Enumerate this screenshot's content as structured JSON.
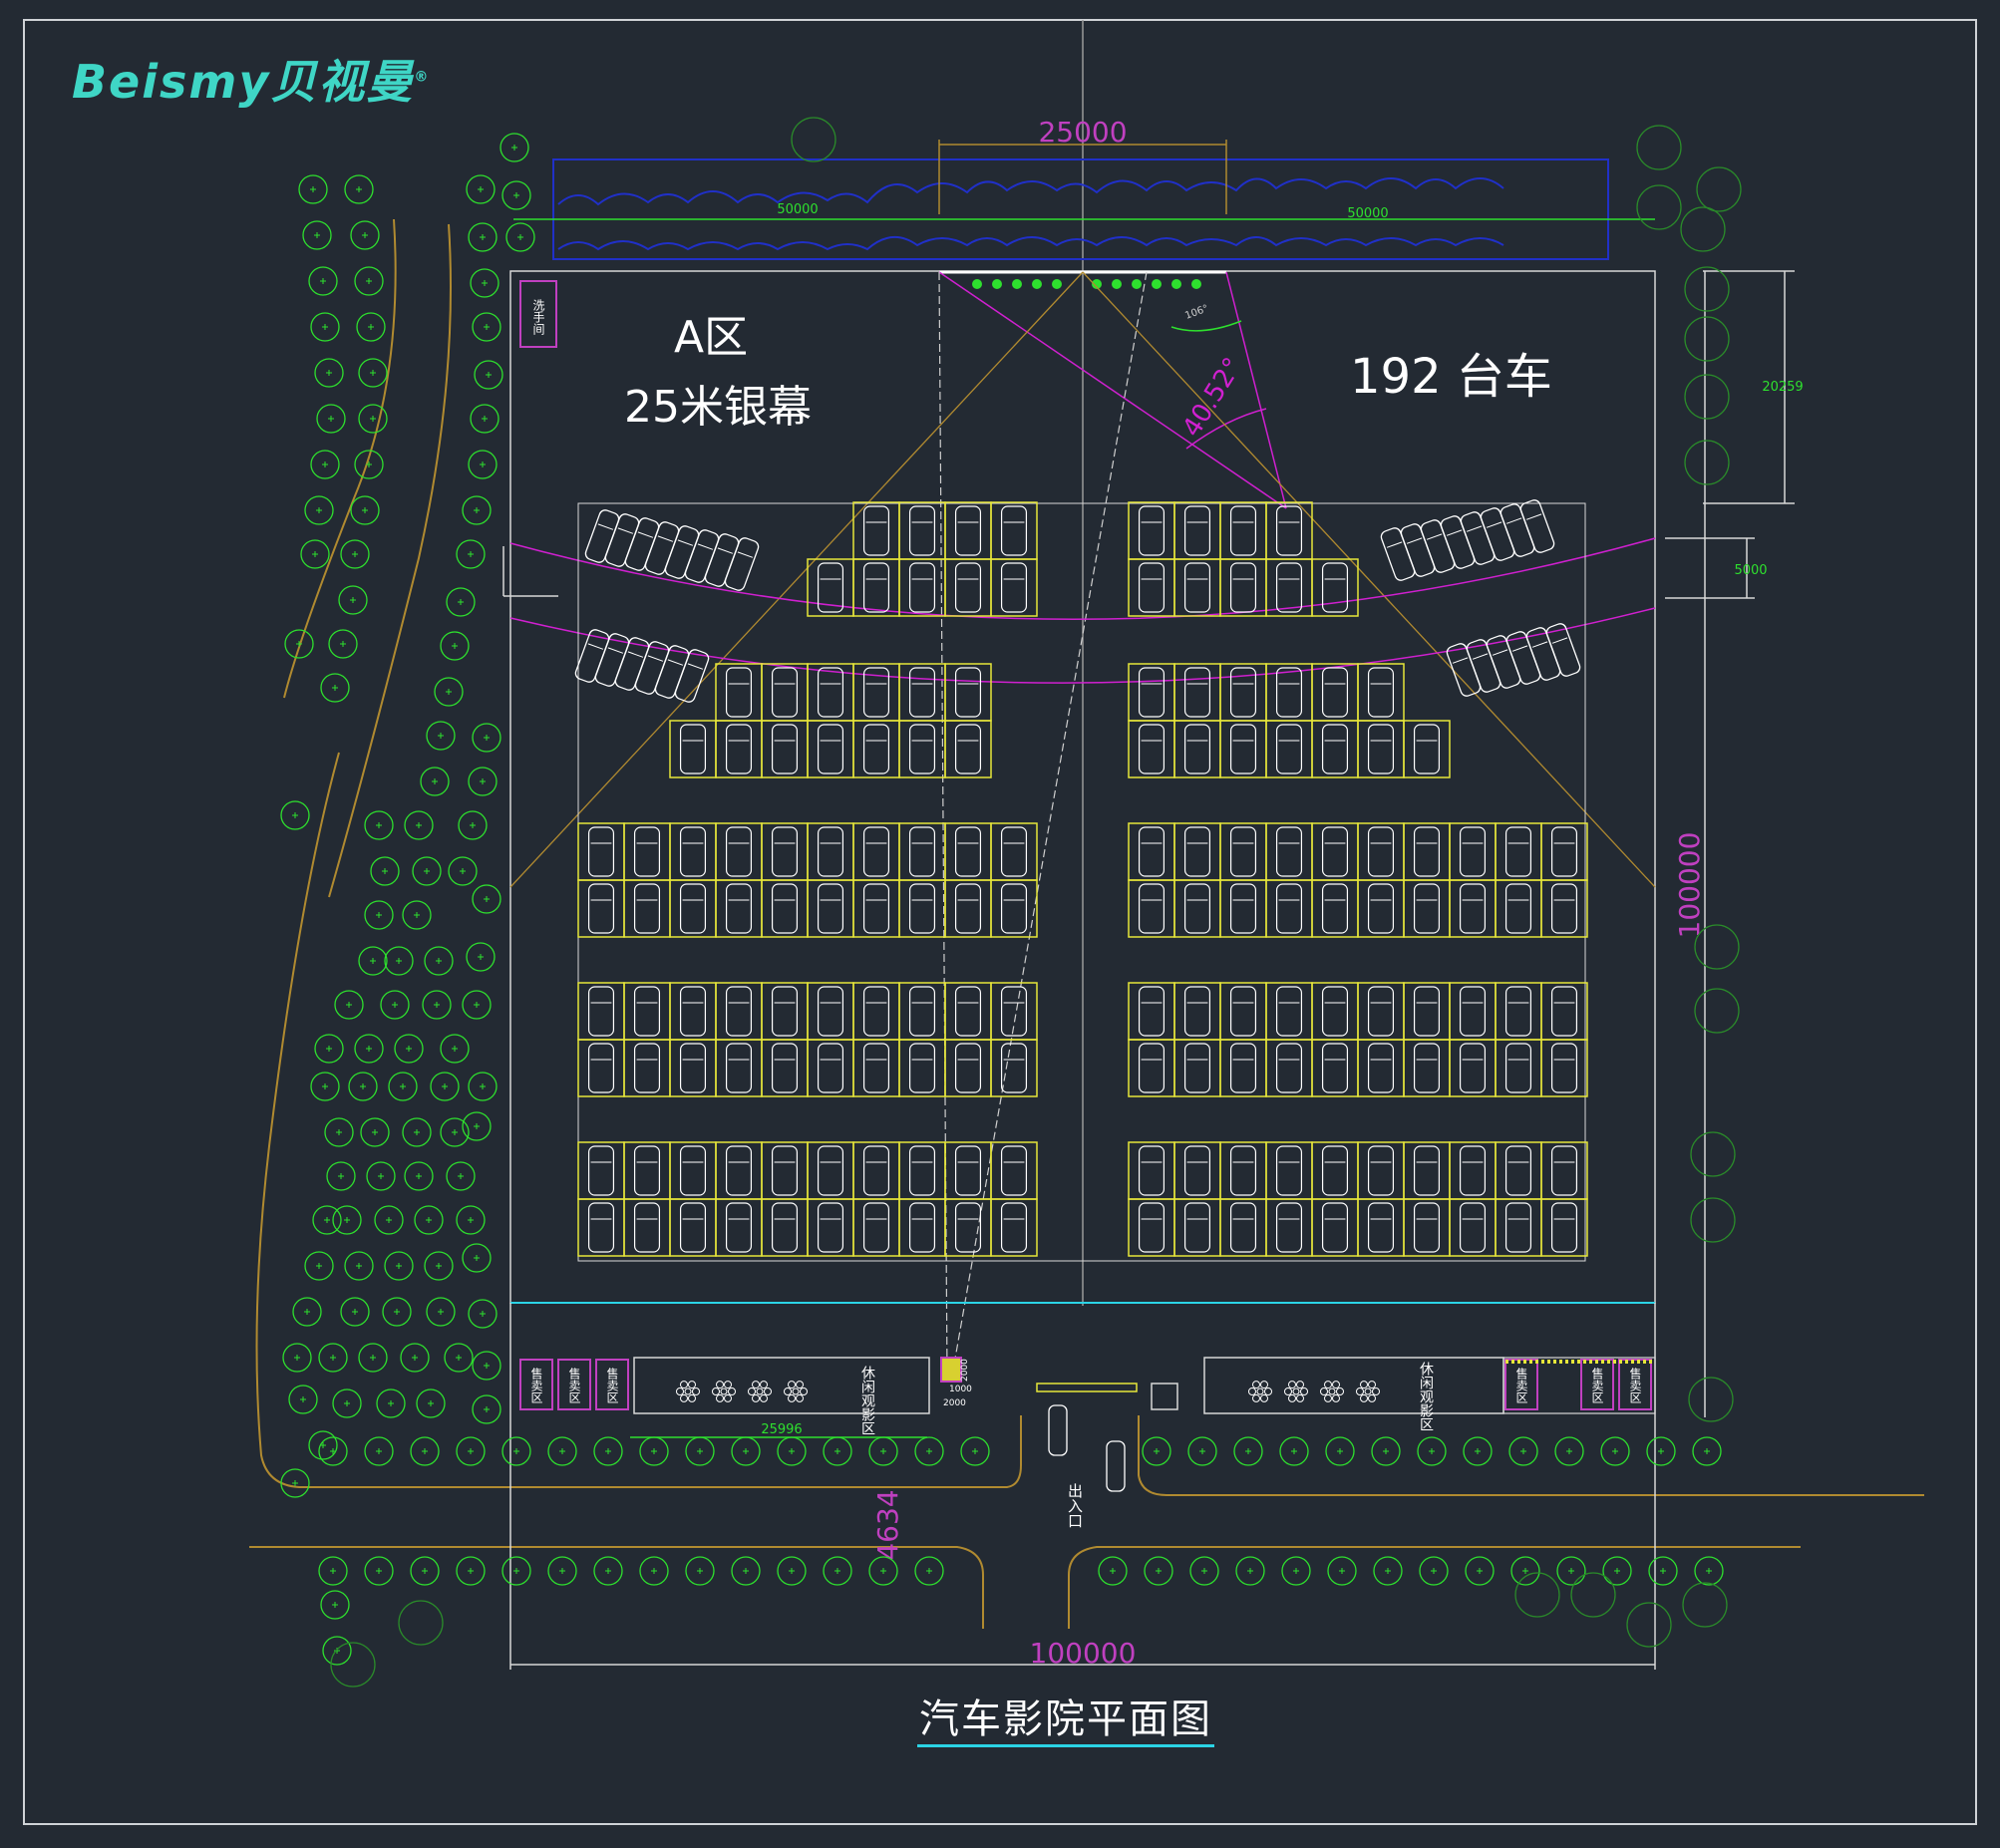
{
  "colors": {
    "background": "#232a33",
    "boundary": "#d8d8d8",
    "tree": "#2ee02e",
    "parking": "#e6e63a",
    "screen_arc": "#d020d0",
    "dimension": "#c040c0",
    "water": "#2030c8",
    "path": "#b08a30",
    "divider": "#2bd4e6",
    "logo": "#3fd6c6"
  },
  "logo": {
    "text": "Beismy贝视曼",
    "mark": "®"
  },
  "labels": {
    "zone": "A区",
    "screen": "25米银幕",
    "car_count": "192 台车",
    "restroom": "洗手间",
    "entrance": "出入口",
    "angle_main": "40.52°",
    "angle_small": "106°"
  },
  "facilities": {
    "kiosk": "售卖区",
    "lounge": "休闲观影区"
  },
  "dimensions": {
    "top_width": "25000",
    "water_left": "50000",
    "water_right": "50000",
    "right_top": "20259",
    "right_mid": "5000",
    "right_full": "100000",
    "bottom_full": "100000",
    "lounge_width": "25996",
    "road_gap": "4634",
    "booth_a": "1000",
    "booth_b": "2000",
    "booth_c": "2000"
  },
  "title": "汽车影院平面图"
}
